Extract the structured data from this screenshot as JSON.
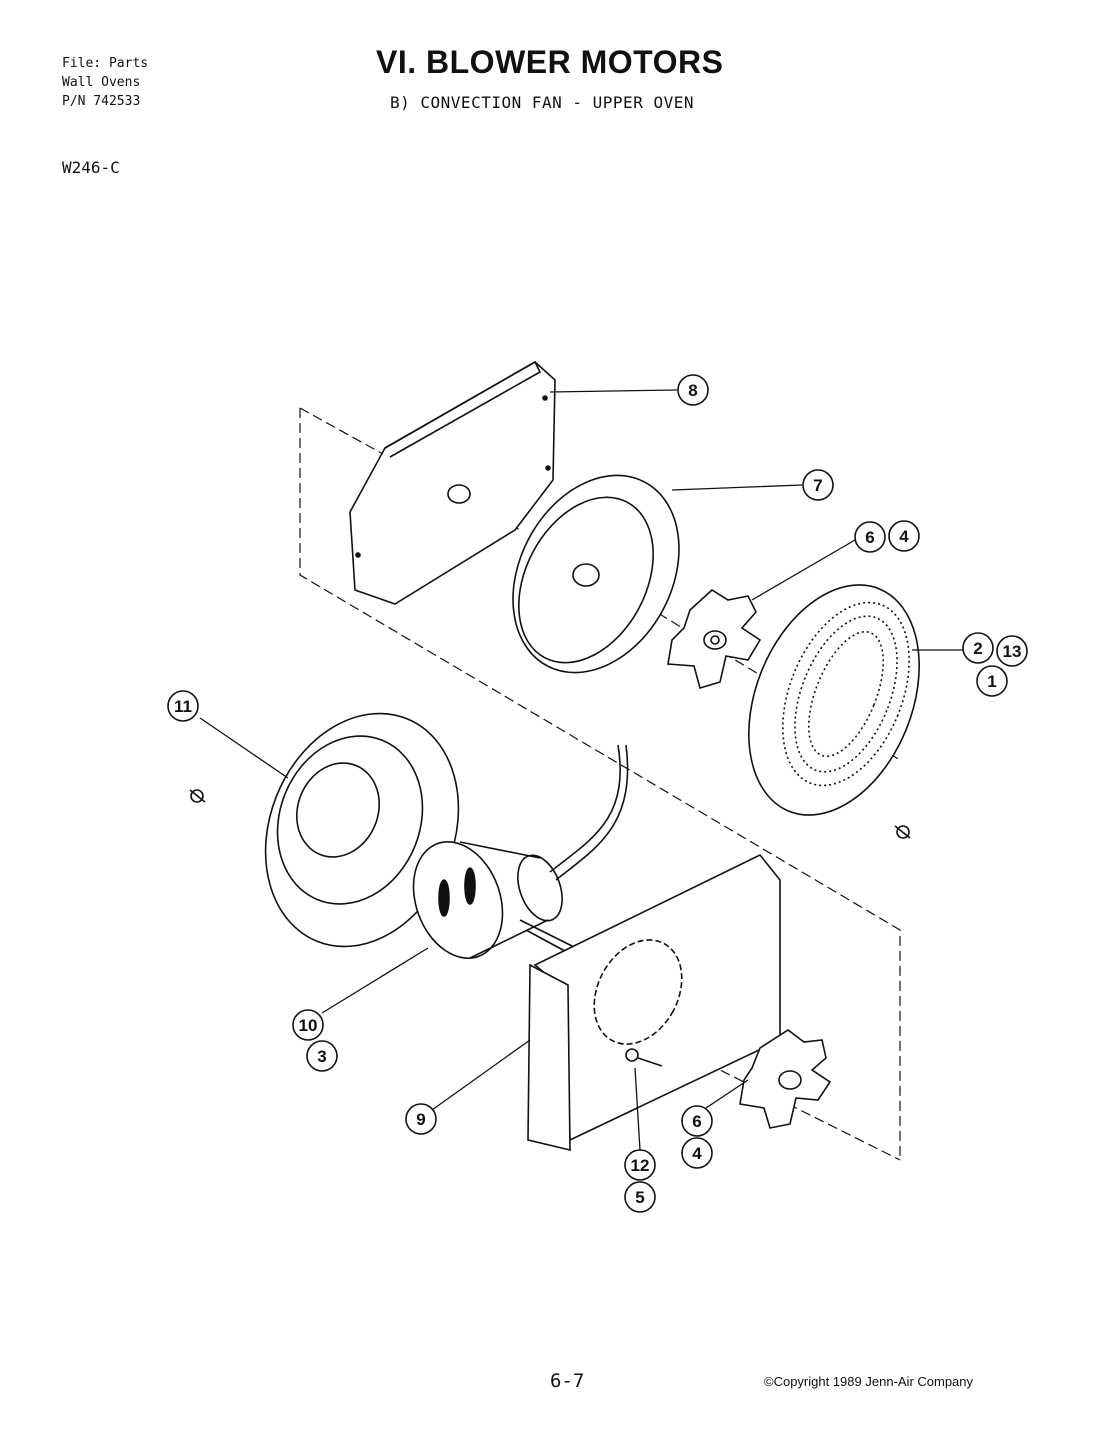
{
  "header": {
    "file_lines": [
      "File: Parts",
      "Wall Ovens",
      "P/N 742533"
    ],
    "model": "W246-C",
    "title": "VI.  BLOWER MOTORS",
    "subtitle": "B) CONVECTION FAN - UPPER OVEN"
  },
  "callouts": [
    "8",
    "7",
    "6",
    "4",
    "2",
    "13",
    "1",
    "11",
    "10",
    "3",
    "9",
    "12",
    "5",
    "6",
    "4"
  ],
  "footer": {
    "page": "6-7",
    "copyright": "©Copyright 1989 Jenn-Air Company"
  }
}
